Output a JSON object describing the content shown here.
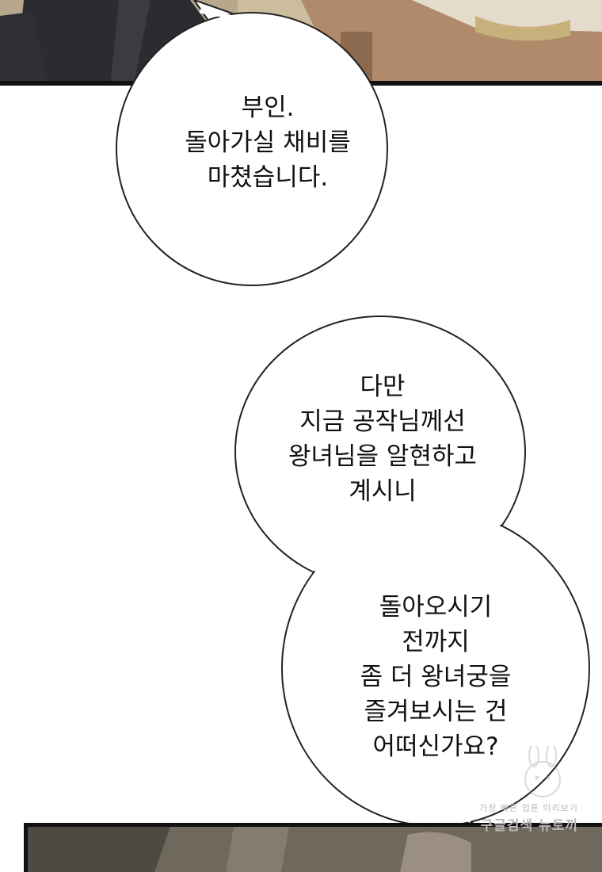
{
  "bubbles": {
    "first": {
      "text": "부인.\n돌아가실 채비를\n마쳤습니다."
    },
    "second": {
      "text": "다만\n지금 공작님께선\n왕녀님을 알현하고\n계시니"
    },
    "third": {
      "text": "돌아오시기\n전까지\n좀 더 왕녀궁을\n즐겨보시는 건\n어떠신가요?"
    }
  },
  "watermark": {
    "line1": "가장 빠른 업툰 미리보기",
    "line2": "구글검색 뉴토끼"
  },
  "colors": {
    "panel_border": "#111111",
    "bubble_fill": "#ffffff",
    "bubble_stroke": "#222222",
    "top_scene_wood": "#a9876a",
    "top_scene_suit": "#2a2a2e"
  }
}
